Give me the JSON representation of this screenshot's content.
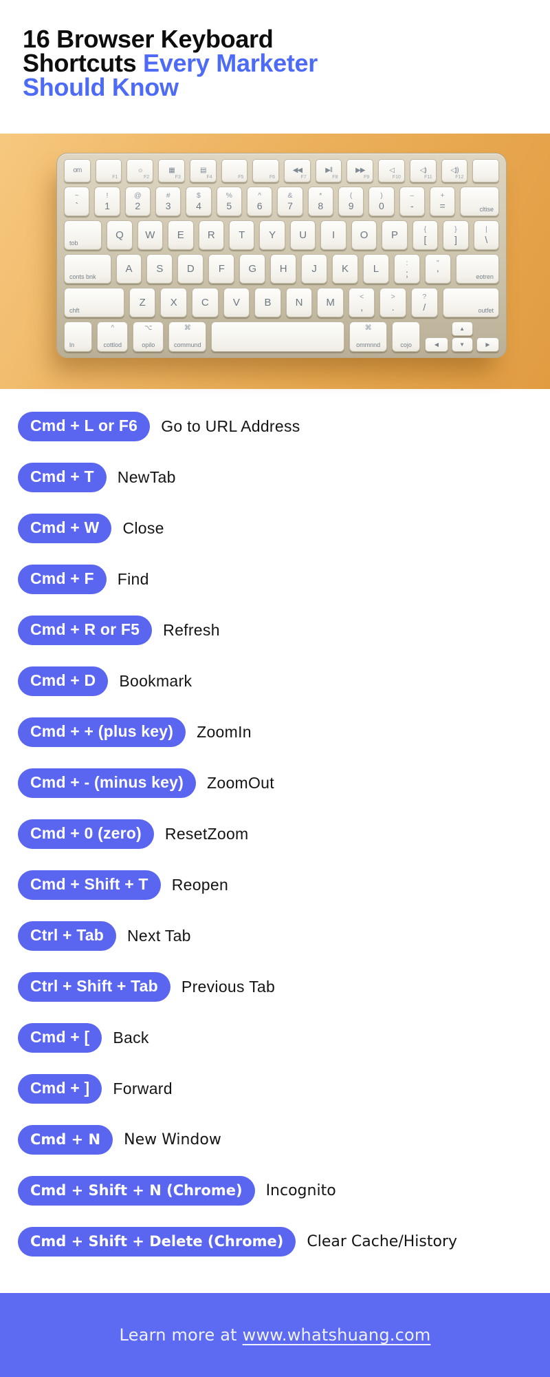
{
  "title": {
    "lines": [
      [
        {
          "text": "16 Browser Keyboard",
          "accent": false
        }
      ],
      [
        {
          "text": "Shortcuts ",
          "accent": false
        },
        {
          "text": "Every Marketer",
          "accent": true
        }
      ],
      [
        {
          "text": "Should Know",
          "accent": true
        }
      ]
    ]
  },
  "colors": {
    "accent_blue": "#4d6bf6",
    "pill_blue": "#5a66f0",
    "footer_blue": "#5c6bf1",
    "photo_orange": "#e8a951",
    "keyboard_body": "#cdc4ad",
    "key_face": "#f7f5ef"
  },
  "shortcuts": [
    {
      "keys": "Cmd + L or F6",
      "action": "Go to URL Address"
    },
    {
      "keys": "Cmd + T",
      "action": "NewTab"
    },
    {
      "keys": "Cmd + W",
      "action": "Close"
    },
    {
      "keys": "Cmd + F",
      "action": "Find"
    },
    {
      "keys": "Cmd + R or F5",
      "action": "Refresh"
    },
    {
      "keys": "Cmd + D",
      "action": "Bookmark"
    },
    {
      "keys": "Cmd + + (plus key)",
      "action": "ZoomIn"
    },
    {
      "keys": "Cmd + - (minus key)",
      "action": "ZoomOut"
    },
    {
      "keys": "Cmd + 0 (zero)",
      "action": "ResetZoom"
    },
    {
      "keys": "Cmd + Shift + T",
      "action": "Reopen"
    },
    {
      "keys": "Ctrl + Tab",
      "action": "Next Tab"
    },
    {
      "keys": "Ctrl + Shift + Tab",
      "action": "Previous Tab"
    },
    {
      "keys": "Cmd + [",
      "action": "Back"
    },
    {
      "keys": "Cmd + ]",
      "action": "Forward"
    },
    {
      "keys": "Cmd + N",
      "action": "New Window"
    },
    {
      "keys": "Cmd + Shift + N (Chrome)",
      "action": "Incognito"
    },
    {
      "keys": "Cmd + Shift + Delete (Chrome)",
      "action": "Clear Cache/History"
    }
  ],
  "footer": {
    "prefix": "Learn more at ",
    "link": "www.whatshuang.com"
  },
  "keyboard": {
    "arrows": [
      "◀",
      "▲",
      "▼",
      "▶"
    ],
    "rows": [
      [
        {
          "g": "om"
        },
        {
          "sub": "F1"
        },
        {
          "g": "☼",
          "sub": "F2"
        },
        {
          "g": "▦",
          "sub": "F3"
        },
        {
          "g": "▤",
          "sub": "F4"
        },
        {
          "sub": "F5"
        },
        {
          "sub": "F6"
        },
        {
          "g": "◀◀",
          "sub": "F7"
        },
        {
          "g": "▶‖",
          "sub": "F8"
        },
        {
          "g": "▶▶",
          "sub": "F9"
        },
        {
          "g": "◁",
          "sub": "F10"
        },
        {
          "g": "◁)",
          "sub": "F11"
        },
        {
          "g": "◁))",
          "sub": "F12"
        },
        {}
      ],
      [
        {
          "t": "~",
          "m": "`"
        },
        {
          "t": "!",
          "m": "1"
        },
        {
          "t": "@",
          "m": "2"
        },
        {
          "t": "#",
          "m": "3"
        },
        {
          "t": "$",
          "m": "4"
        },
        {
          "t": "%",
          "m": "5"
        },
        {
          "t": "^",
          "m": "6"
        },
        {
          "t": "&",
          "m": "7"
        },
        {
          "t": "*",
          "m": "8"
        },
        {
          "t": "(",
          "m": "9"
        },
        {
          "t": ")",
          "m": "0"
        },
        {
          "t": "–",
          "m": "-"
        },
        {
          "t": "+",
          "m": "="
        },
        {
          "m": "cltise",
          "w": 1.55,
          "cls": "mod br"
        }
      ],
      [
        {
          "m": "tob",
          "w": 1.5,
          "cls": "mod bl"
        },
        {
          "m": "Q"
        },
        {
          "m": "W"
        },
        {
          "m": "E"
        },
        {
          "m": "R"
        },
        {
          "m": "T"
        },
        {
          "m": "Y"
        },
        {
          "m": "U"
        },
        {
          "m": "I"
        },
        {
          "m": "O"
        },
        {
          "m": "P"
        },
        {
          "t": "{",
          "m": "["
        },
        {
          "t": "}",
          "m": "]"
        },
        {
          "t": "|",
          "m": "\\"
        }
      ],
      [
        {
          "m": "conts bnk",
          "w": 1.85,
          "cls": "mod bl"
        },
        {
          "m": "A"
        },
        {
          "m": "S"
        },
        {
          "m": "D"
        },
        {
          "m": "F"
        },
        {
          "m": "G"
        },
        {
          "m": "H"
        },
        {
          "m": "J"
        },
        {
          "m": "K"
        },
        {
          "m": "L"
        },
        {
          "t": ":",
          "m": ";"
        },
        {
          "t": "\"",
          "m": "'"
        },
        {
          "m": "eotren",
          "w": 1.7,
          "cls": "mod br"
        }
      ],
      [
        {
          "m": "chft",
          "w": 2.35,
          "cls": "mod bl"
        },
        {
          "m": "Z"
        },
        {
          "m": "X"
        },
        {
          "m": "C"
        },
        {
          "m": "V"
        },
        {
          "m": "B"
        },
        {
          "m": "N"
        },
        {
          "m": "M"
        },
        {
          "t": "<",
          "m": ","
        },
        {
          "t": ">",
          "m": "."
        },
        {
          "t": "?",
          "m": "/"
        },
        {
          "m": "outfet",
          "w": 2.2,
          "cls": "mod br"
        }
      ],
      [
        {
          "m": "ln",
          "w": 1,
          "cls": "mod bl"
        },
        {
          "t": "^",
          "m": "cottlod",
          "w": 1.1,
          "cls": "mod"
        },
        {
          "t": "⌥",
          "m": "opilo",
          "w": 1.1,
          "cls": "mod"
        },
        {
          "t": "⌘",
          "m": "commund",
          "w": 1.35,
          "cls": "mod"
        },
        {
          "type": "space",
          "w": 4.9
        },
        {
          "t": "⌘",
          "m": "ommnnd",
          "w": 1.35,
          "cls": "mod"
        },
        {
          "m": "cojo",
          "w": 1,
          "cls": "mod"
        },
        {
          "type": "arrows",
          "w": 2.75
        }
      ]
    ]
  }
}
